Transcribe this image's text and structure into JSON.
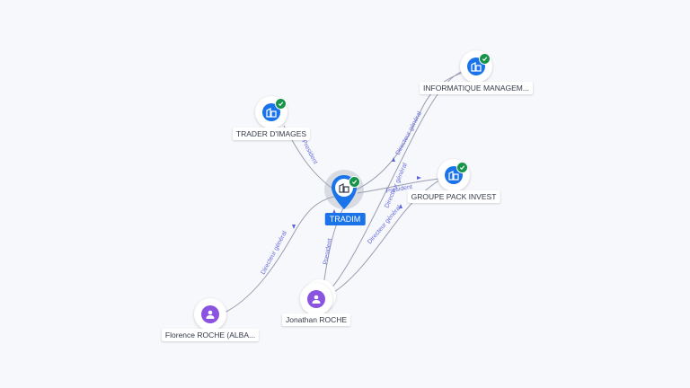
{
  "nodes": {
    "tradim": {
      "label": "TRADIM",
      "type": "company",
      "verified": true
    },
    "trader_d_images": {
      "label": "TRADER D'IMAGES",
      "type": "company",
      "verified": true
    },
    "informatique": {
      "label": "INFORMATIQUE MANAGEM...",
      "type": "company",
      "verified": true
    },
    "groupe_pack": {
      "label": "GROUPE PACK INVEST",
      "type": "company",
      "verified": true
    },
    "jonathan": {
      "label": "Jonathan ROCHE",
      "type": "person"
    },
    "florence": {
      "label": "Florence ROCHE (ALBA...",
      "type": "person"
    }
  },
  "edges": {
    "trader_president": "President",
    "info_directeur": "Directeur général",
    "groupe_president": "President",
    "jonathan_president": "President",
    "jonathan_directeur_1": "Directeur général",
    "jonathan_directeur_2": "Directeur général",
    "florence_directeur": "Directeur général"
  },
  "colors": {
    "company": "#1a73e8",
    "person": "#8b54e0",
    "verified": "#17944a",
    "edge": "#9a9db0",
    "edge_label": "#6a6fd8"
  },
  "icons": {
    "company": "building-icon",
    "person": "person-icon",
    "verified": "check-icon"
  }
}
